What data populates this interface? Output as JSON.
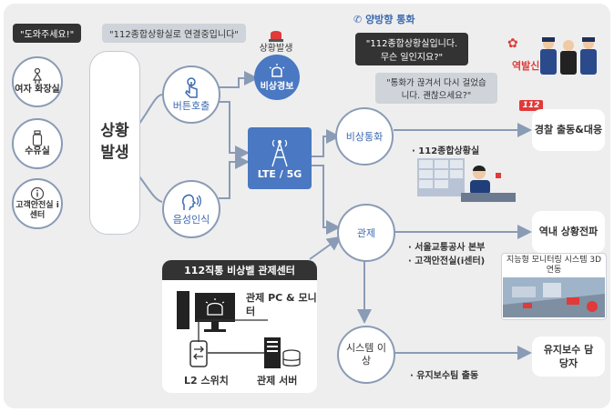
{
  "bubbles": {
    "help": "\"도와주세요!\"",
    "connecting": "\"112종합상황실로 연결중입니다\""
  },
  "locations": [
    "여자 화장실",
    "수유실",
    "고객안전실 i센터"
  ],
  "situation_label": "상황 발생",
  "nodes": {
    "button_call": "버튼호출",
    "voice": "음성인식",
    "alarm_trigger": "상황발생",
    "emergency_alarm": "비상경보",
    "lte": "LTE / 5G",
    "emergency_call": "비상통화",
    "control": "관제",
    "police": "경찰 출동&대응",
    "station": "역내 상황전파",
    "system_error": "시스템 이상",
    "maintenance": "유지보수 담당자"
  },
  "call": {
    "title": "양방향 통화",
    "operator_line": "\"112종합상황실입니다. 무슨 일인지요?\"",
    "callback_line": "\"통화가 끊겨서 다시 걸었습니다. 괜찮으세요?\""
  },
  "labels": {
    "center112": "· 112종합상황실",
    "station_dispatch": "역발신",
    "badge112": "112",
    "recipients": [
      "· 서울교통공사 본부",
      "· 고객안전실(i센터)"
    ],
    "monitoring": "지능형 모니터링 시스템 3D 연동",
    "maintenance_dispatch": "· 유지보수팀 출동"
  },
  "center": {
    "title": "112직통 비상벨 관제센터",
    "pc": "관제 PC & 모니터",
    "switch": "L2 스위치",
    "server": "관제 서버"
  },
  "colors": {
    "accent_blue": "#4a78c2",
    "alert_red": "#e03a3a",
    "dark": "#333333"
  }
}
